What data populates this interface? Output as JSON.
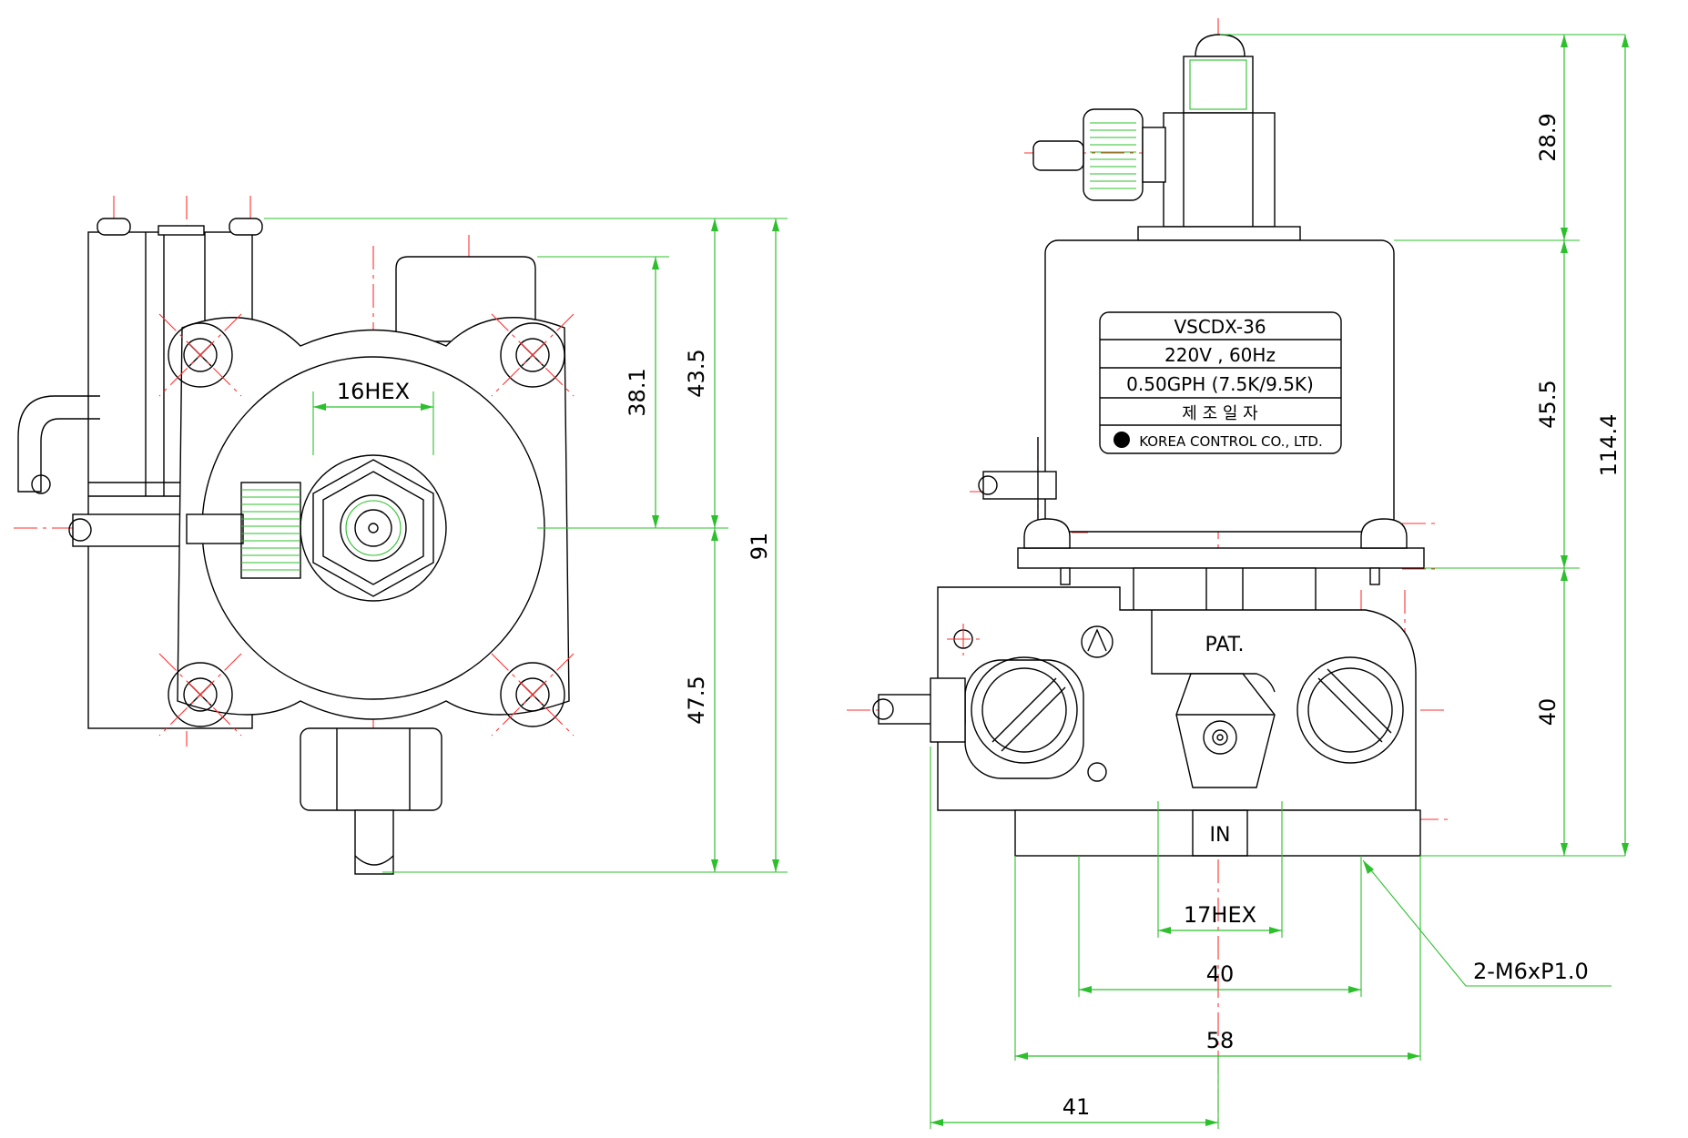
{
  "left_view": {
    "hex_label": "16HEX",
    "dims": {
      "d1": "38.1",
      "d2": "43.5",
      "d3": "47.5",
      "d4": "91"
    }
  },
  "right_view": {
    "nameplate": {
      "model": "VSCDX-36",
      "power": "220V , 60Hz",
      "flow": "0.50GPH (7.5K/9.5K)",
      "date_label": "제 조 일 자",
      "maker": "KOREA CONTROL CO., LTD."
    },
    "pat_label": "PAT.",
    "in_label": "IN",
    "hex_label": "17HEX",
    "dims": {
      "top": "28.9",
      "coil": "45.5",
      "body": "40",
      "total": "114.4",
      "base_40": "40",
      "base_58": "58",
      "base_41": "41"
    },
    "thread_callout": "2-M6xP1.0"
  }
}
